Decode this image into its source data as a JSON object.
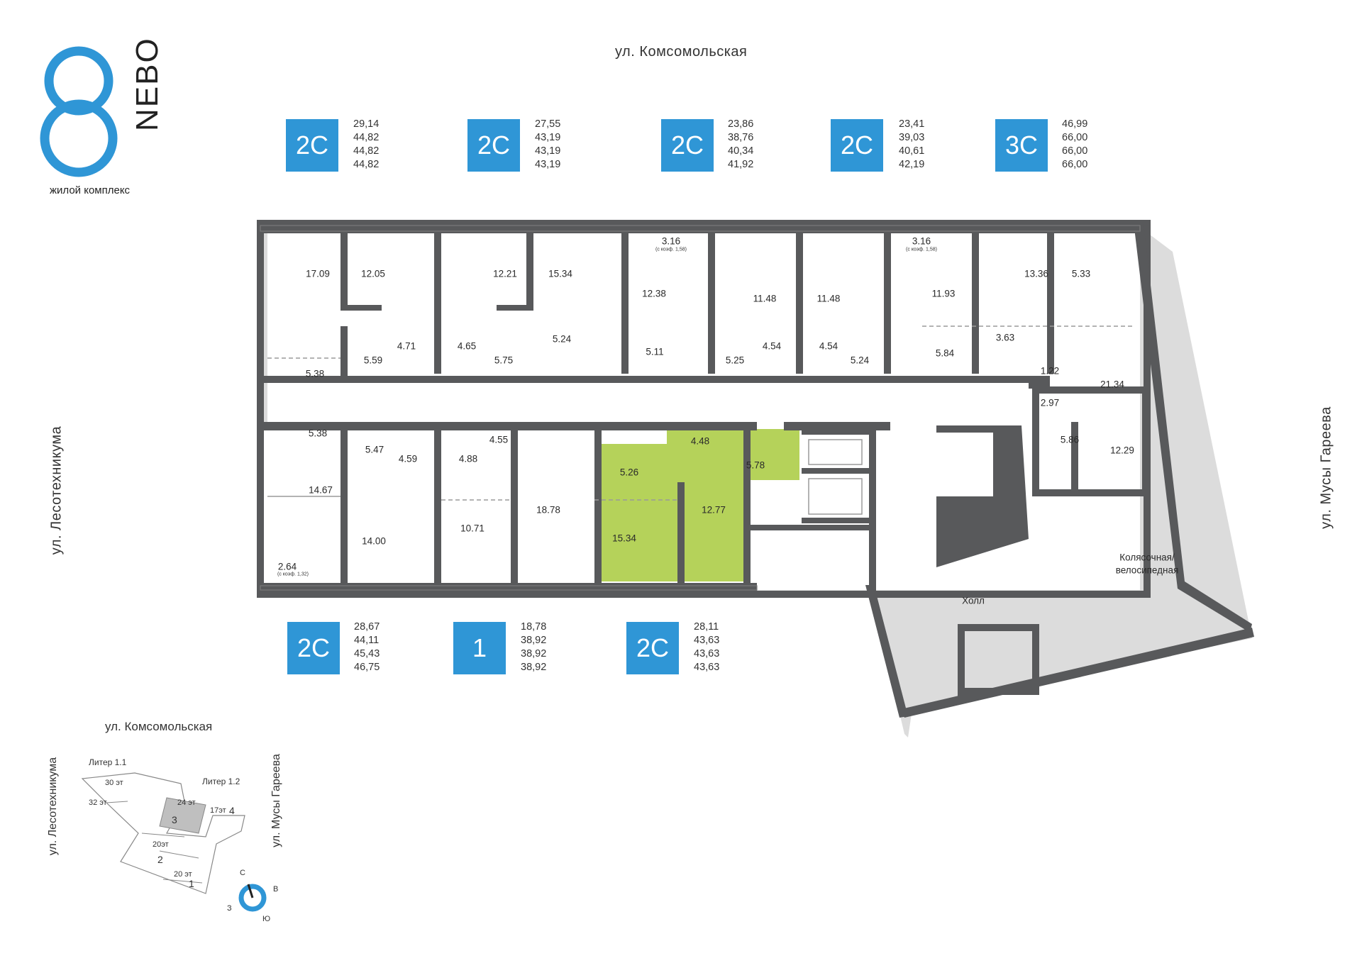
{
  "logo": {
    "numeral": "8",
    "name": "NEBO",
    "tagline": "жилой комплекс"
  },
  "streets": {
    "top": "ул. Комсомольская",
    "left": "ул. Лесотехникума",
    "right": "ул. Мусы Гареева"
  },
  "colors": {
    "badge": "#2f96d6",
    "wall": "#58595b",
    "highlight": "#b5d25a",
    "logo": "#2f96d6"
  },
  "apartments_top": [
    {
      "type": "2С",
      "areas": [
        "29,14",
        "44,82",
        "44,82",
        "44,82"
      ]
    },
    {
      "type": "2С",
      "areas": [
        "27,55",
        "43,19",
        "43,19",
        "43,19"
      ]
    },
    {
      "type": "2С",
      "areas": [
        "23,86",
        "38,76",
        "40,34",
        "41,92"
      ]
    },
    {
      "type": "2С",
      "areas": [
        "23,41",
        "39,03",
        "40,61",
        "42,19"
      ]
    },
    {
      "type": "3С",
      "areas": [
        "46,99",
        "66,00",
        "66,00",
        "66,00"
      ]
    }
  ],
  "apartments_bottom": [
    {
      "type": "2С",
      "areas": [
        "28,67",
        "44,11",
        "45,43",
        "46,75"
      ]
    },
    {
      "type": "1",
      "areas": [
        "18,78",
        "38,92",
        "38,92",
        "38,92"
      ]
    },
    {
      "type": "2С",
      "areas": [
        "28,11",
        "43,63",
        "43,63",
        "43,63"
      ]
    }
  ],
  "rooms": [
    "17.09",
    "12.05",
    "12.21",
    "15.34",
    "12.38",
    "11.48",
    "11.48",
    "11.93",
    "13.36",
    "5.33",
    "5.38",
    "5.59",
    "4.71",
    "4.65",
    "5.75",
    "5.24",
    "5.11",
    "5.25",
    "4.54",
    "4.54",
    "5.24",
    "5.84",
    "3.63",
    "1.22",
    "5.38",
    "5.47",
    "4.59",
    "4.88",
    "4.55",
    "14.67",
    "14.00",
    "10.71",
    "18.78",
    "4.48",
    "5.78",
    "5.26",
    "15.34",
    "12.77",
    "21.34",
    "2.97",
    "5.86",
    "12.29",
    "2.64",
    "3.16",
    "3.16"
  ],
  "room_notes": [
    "(с коэф. 1,58)",
    "(с коэф. 1,58)",
    "(с коэф. 1,32)"
  ],
  "public_spaces": {
    "hall": "Холл",
    "storage_line1": "Колясочная/",
    "storage_line2": "велосипедная"
  },
  "site_map": {
    "street_top": "ул. Комсомольская",
    "street_left": "ул. Лесотехникума",
    "street_right": "ул. Мусы Гареева",
    "liter_1_1": "Литер 1.1",
    "liter_1_2": "Литер 1.2",
    "floors": [
      "30 эт",
      "32 эт",
      "24 эт",
      "17эт",
      "20эт",
      "20 эт"
    ],
    "sections": [
      "3",
      "4",
      "2",
      "1"
    ],
    "compass": [
      "С",
      "В",
      "Ю",
      "З"
    ]
  }
}
